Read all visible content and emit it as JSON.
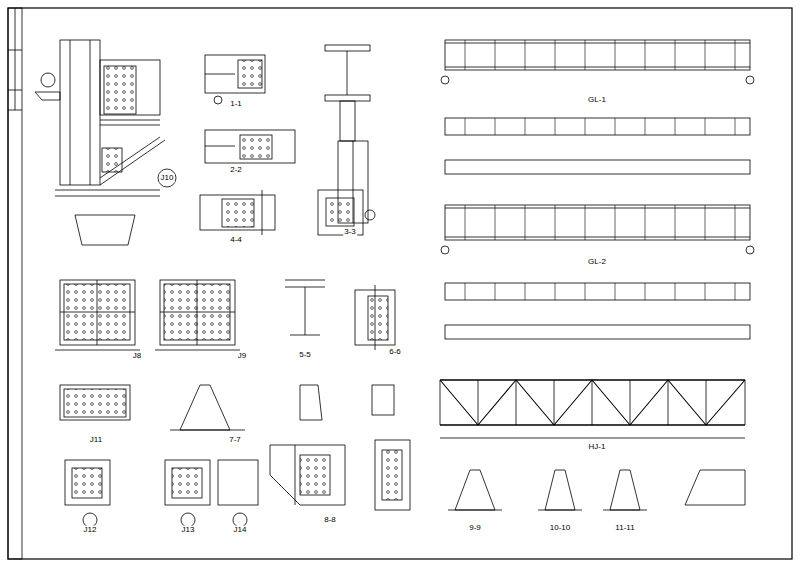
{
  "diagram": {
    "labels": [
      "J10",
      "1-1",
      "2-2",
      "3-3",
      "4-4",
      "J8",
      "J9",
      "5-5",
      "6-6",
      "J11",
      "7-7",
      "J12",
      "J13",
      "J14",
      "8-8",
      "GL-1",
      "GL-2",
      "HJ-1",
      "9-9",
      "10-10",
      "11-11"
    ]
  }
}
